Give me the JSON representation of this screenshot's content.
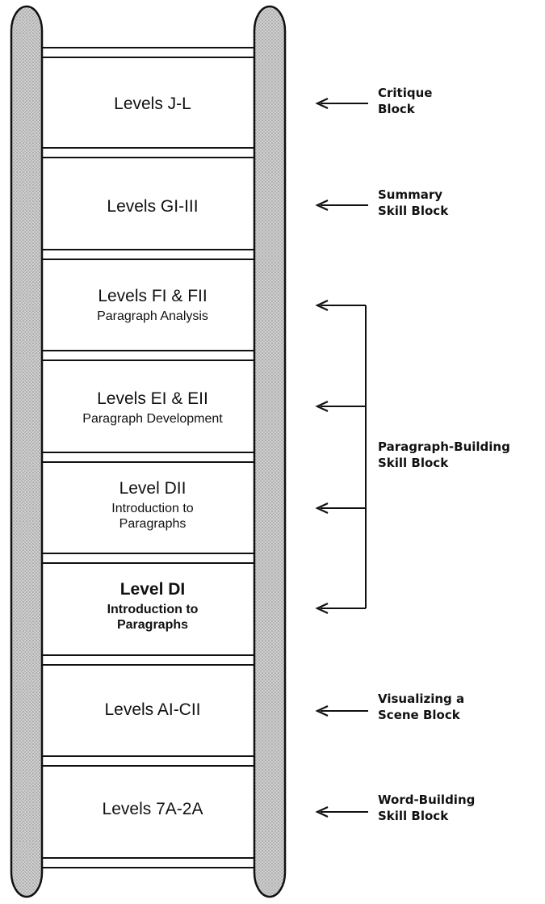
{
  "levels": [
    {
      "main": "Levels J-L",
      "sub": "",
      "bold": false
    },
    {
      "main": "Levels GI-III",
      "sub": "",
      "bold": false
    },
    {
      "main": "Levels FI & FII",
      "sub": "Paragraph Analysis",
      "bold": false
    },
    {
      "main": "Levels EI & EII",
      "sub": "Paragraph Development",
      "bold": false
    },
    {
      "main": "Level DII",
      "sub": "Introduction to\nParagraphs",
      "bold": false
    },
    {
      "main": "Level DI",
      "sub": "Introduction to\nParagraphs",
      "bold": true
    },
    {
      "main": "Levels AI-CII",
      "sub": "",
      "bold": false
    },
    {
      "main": "Levels 7A-2A",
      "sub": "",
      "bold": false
    }
  ],
  "blocks": [
    {
      "line1": "Critique",
      "line2": "Block"
    },
    {
      "line1": "Summary",
      "line2": "Skill Block"
    },
    {
      "line1": "Paragraph-Building",
      "line2": "Skill Block"
    },
    {
      "line1": "Visualizing a",
      "line2": "Scene Block"
    },
    {
      "line1": "Word-Building",
      "line2": "Skill Block"
    }
  ],
  "colors": {
    "rail_fill": "#b9b9b9",
    "stroke": "#111111",
    "background": "#ffffff"
  }
}
